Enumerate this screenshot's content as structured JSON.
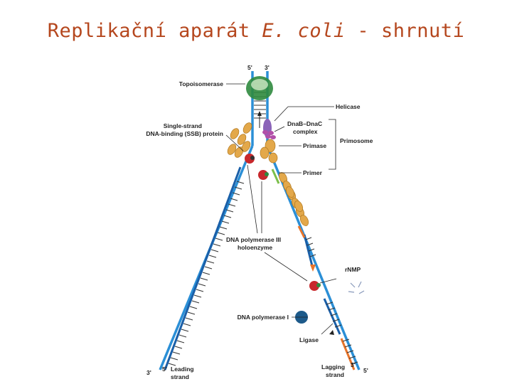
{
  "title": {
    "part1": "Replikační aparát ",
    "part2": "E. coli",
    "part3": " - shrnutí"
  },
  "labels": {
    "top_5prime": "5'",
    "top_3prime": "3'",
    "topoisomerase": "Topoisomerase",
    "helicase": "Helicase",
    "ssb_line1": "Single-strand",
    "ssb_line2": "DNA-binding (SSB) protein",
    "dnab_line1": "DnaB–DnaC",
    "dnab_line2": "complex",
    "primase": "Primase",
    "primosome": "Primosome",
    "primer": "Primer",
    "pol3_line1": "DNA polymerase III",
    "pol3_line2": "holoenzyme",
    "rnmp": "rNMP",
    "pol1": "DNA polymerase I",
    "ligase": "Ligase",
    "bl_3prime": "3'",
    "bl_5prime": "5'",
    "leading_line1": "Leading",
    "leading_line2": "strand",
    "lagging_line1": "Lagging",
    "lagging_line2": "strand",
    "br_3prime": "3'",
    "br_5prime": "5'"
  },
  "colors": {
    "title": "#b5471e",
    "dna_strand": "#2b8fd6",
    "new_strand": "#1a5fa8",
    "ssb": "#e3a84a",
    "topoisomerase": "#2f8a3e",
    "helicase": "#8a63b8",
    "primer": "#7bbf4a",
    "okazaki_rna": "#e8742a",
    "pol1": "#1d5a8a",
    "pol3": "#c8282c"
  }
}
